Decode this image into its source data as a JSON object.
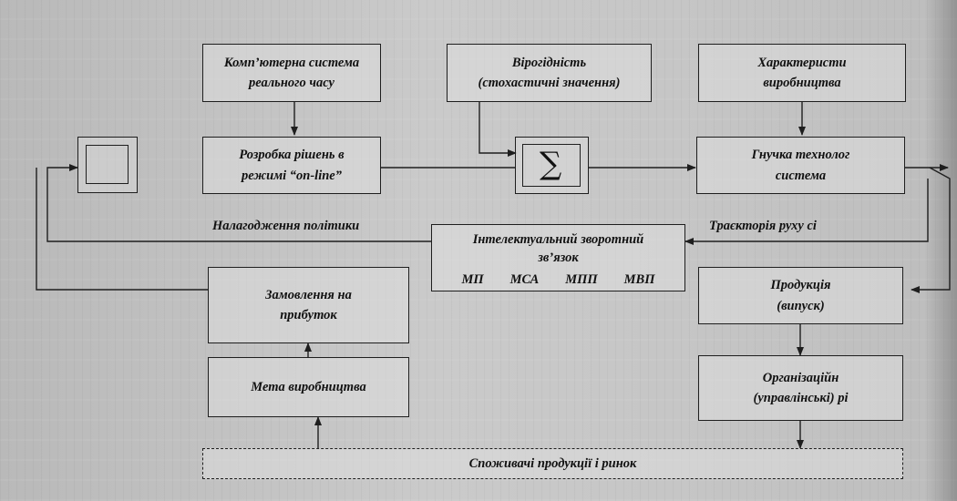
{
  "blocks": {
    "realtime_system": [
      "Комп’ютерна система",
      "реального часу"
    ],
    "probability": [
      "Вірогідність",
      "(стохастичні значення)"
    ],
    "characteristics": [
      "Характеристи",
      "виробництва"
    ],
    "decisions": [
      "Розробка рішень в",
      "режимі “on-line”"
    ],
    "sum_symbol": "∑",
    "flexible_system": [
      "Гнучка технолог",
      "система"
    ],
    "feedback": {
      "lines": [
        "Інтелектуальний зворотний",
        "зв’язок"
      ],
      "subsystems": [
        "МП",
        "МСА",
        "МПП",
        "МВП"
      ]
    },
    "order": [
      "Замовлення на",
      "прибуток"
    ],
    "goal": "Мета виробництва",
    "products": [
      "Продукція",
      "(випуск)"
    ],
    "organizational": [
      "Організаційн",
      "(управлінські) рі"
    ],
    "consumers": "Споживачі продукції і ринок"
  },
  "labels": {
    "policy_tuning": "Налагодження політики",
    "trajectory": "Траєкторія руху сі"
  }
}
